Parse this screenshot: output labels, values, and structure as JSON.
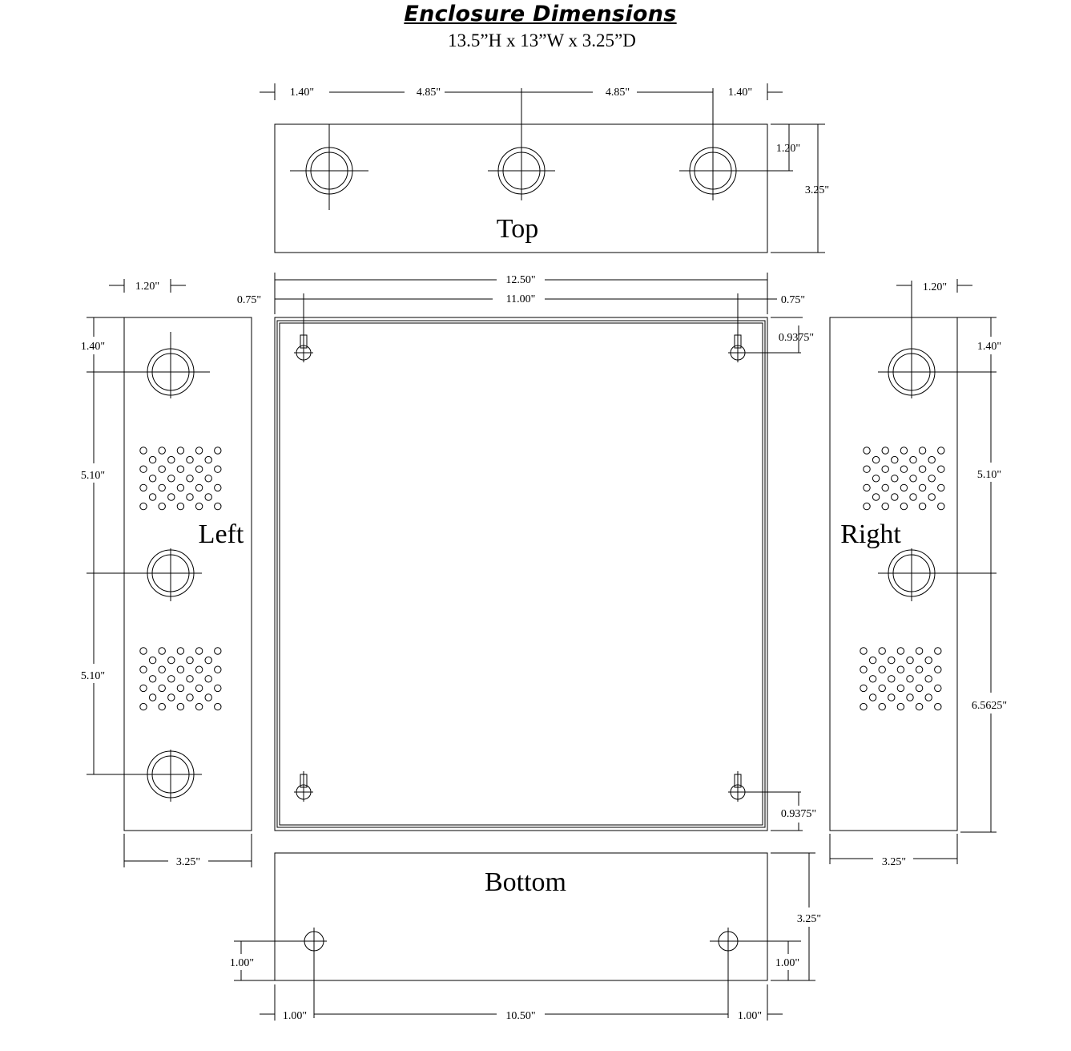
{
  "title": "Enclosure Dimensions",
  "subtitle": "13.5”H x 13”W x 3.25”D",
  "views": {
    "top": "Top",
    "bottom": "Bottom",
    "left": "Left",
    "right": "Right"
  },
  "dims": {
    "top_1": "1.40\"",
    "top_2": "4.85\"",
    "top_3": "4.85\"",
    "top_4": "1.40\"",
    "top_h1": "1.20\"",
    "top_h2": "3.25\"",
    "front_w1": "12.50\"",
    "front_w2": "11.00\"",
    "front_ml": "0.75\"",
    "front_mr": "0.75\"",
    "front_kt": "0.9375\"",
    "front_kb": "0.9375\"",
    "left_w": "1.20\"",
    "left_1": "1.40\"",
    "left_2": "5.10\"",
    "left_3": "5.10\"",
    "left_d": "3.25\"",
    "right_w": "1.20\"",
    "right_1": "1.40\"",
    "right_2": "5.10\"",
    "right_3": "6.5625\"",
    "right_d": "3.25\"",
    "bottom_h": "3.25\"",
    "bottom_hl": "1.00\"",
    "bottom_hr": "1.00\"",
    "bottom_1": "1.00\"",
    "bottom_2": "10.50\"",
    "bottom_3": "1.00\""
  }
}
